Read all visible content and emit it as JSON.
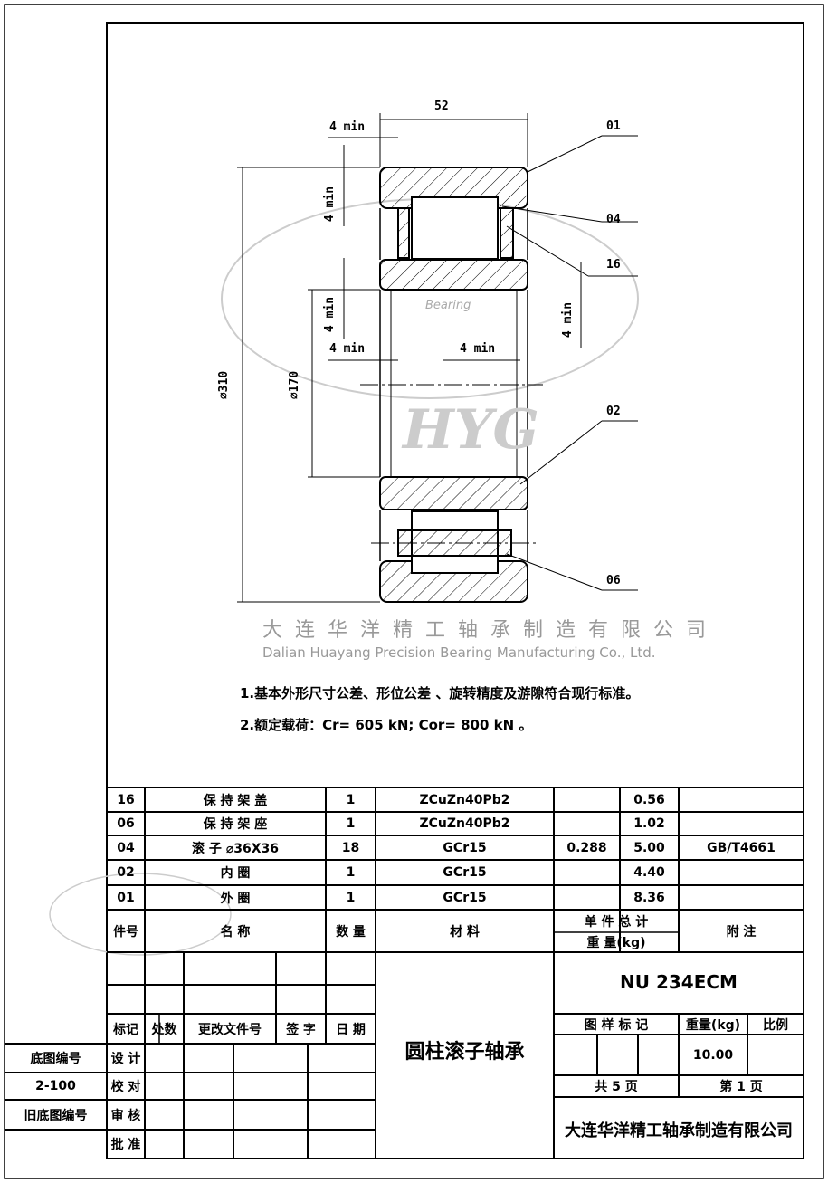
{
  "drawing": {
    "dimensions": {
      "width": "52",
      "outer_diameter": "⌀310",
      "bore_diameter": "⌀170",
      "min_top": "4 min",
      "min_left_upper": "4 min",
      "min_left_lower": "4 min",
      "min_mid": "4 min",
      "min_bottom_left": "4 min",
      "min_right": "4 min"
    },
    "part_labels": [
      "01",
      "04",
      "16",
      "02",
      "06"
    ],
    "watermark": {
      "logo": "HYG",
      "tagline": "Bearing"
    }
  },
  "notes": [
    "1.基本外形尺寸公差、形位公差 、旋转精度及游隙符合现行标准。",
    "2.额定载荷：Cr= 605 kN;  Cor= 800 kN 。"
  ],
  "parts_table": {
    "rows": [
      {
        "no": "16",
        "name": "保 持 架 盖",
        "qty": "1",
        "material": "ZCuZn40Pb2",
        "unit": "",
        "total": "0.56",
        "remark": ""
      },
      {
        "no": "06",
        "name": "保 持 架 座",
        "qty": "1",
        "material": "ZCuZn40Pb2",
        "unit": "",
        "total": "1.02",
        "remark": ""
      },
      {
        "no": "04",
        "name": "滚 子 ⌀36X36",
        "qty": "18",
        "material": "GCr15",
        "unit": "0.288",
        "total": "5.00",
        "remark": "GB/T4661"
      },
      {
        "no": "02",
        "name": "内          圈",
        "qty": "1",
        "material": "GCr15",
        "unit": "",
        "total": "4.40",
        "remark": ""
      },
      {
        "no": "01",
        "name": "外          圈",
        "qty": "1",
        "material": "GCr15",
        "unit": "",
        "total": "8.36",
        "remark": ""
      }
    ],
    "headers": {
      "no": "件号",
      "name": "名      称",
      "qty": "数 量",
      "material": "材      料",
      "unit_total_top": "单 件  总 计",
      "weight": "重    量(kg)",
      "remark": "附  注"
    },
    "watermark_cn": "大连华洋精工轴承制造有限公司",
    "watermark_en": "Dalian Huayang Precision Bearing Manufacturing Co., Ltd."
  },
  "title_block": {
    "revision_headers": [
      "标记",
      "处数",
      "更改文件号",
      "签 字",
      "日 期"
    ],
    "roles": [
      "设 计",
      "校 对",
      "审 核",
      "批 准"
    ],
    "left_labels": [
      "底图编号",
      "2-100",
      "旧底图编号"
    ],
    "title": "圆柱滚子轴承",
    "model": "NU 234ECM",
    "info_headers": [
      "图 样 标 记",
      "重量(kg)",
      "比例"
    ],
    "weight": "10.00",
    "sheets_total": "共  5  页",
    "sheet_no": "第  1  页",
    "company": "大连华洋精工轴承制造有限公司"
  }
}
